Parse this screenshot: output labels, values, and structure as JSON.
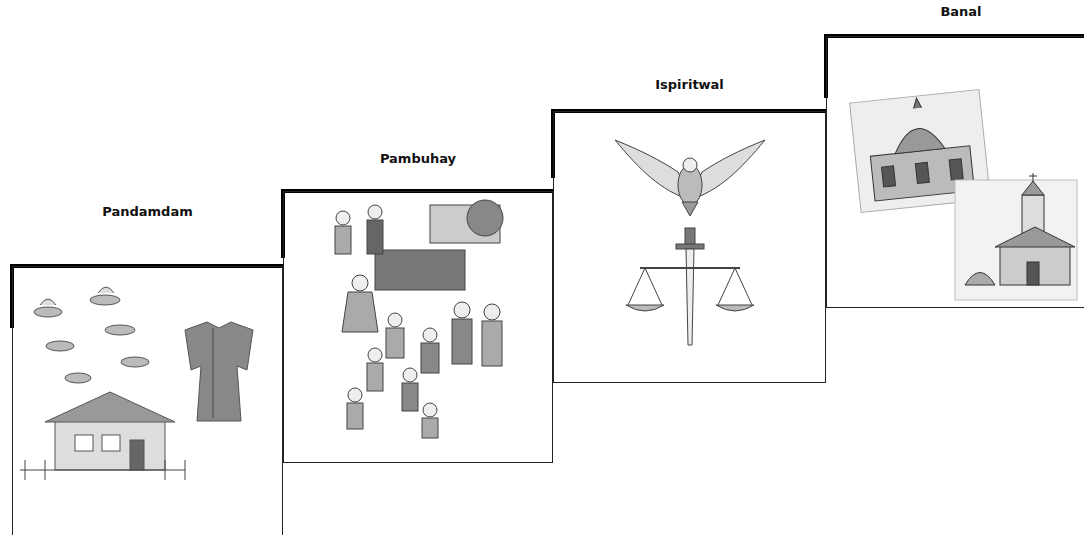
{
  "diagram": {
    "nodes": [
      {
        "text": [
          "Pandamdam"
        ]
      },
      {
        "text": [
          "Pambuhay"
        ]
      },
      {
        "text": [
          "Ispiritwal"
        ]
      },
      {
        "text": [
          "Banal"
        ]
      }
    ]
  }
}
